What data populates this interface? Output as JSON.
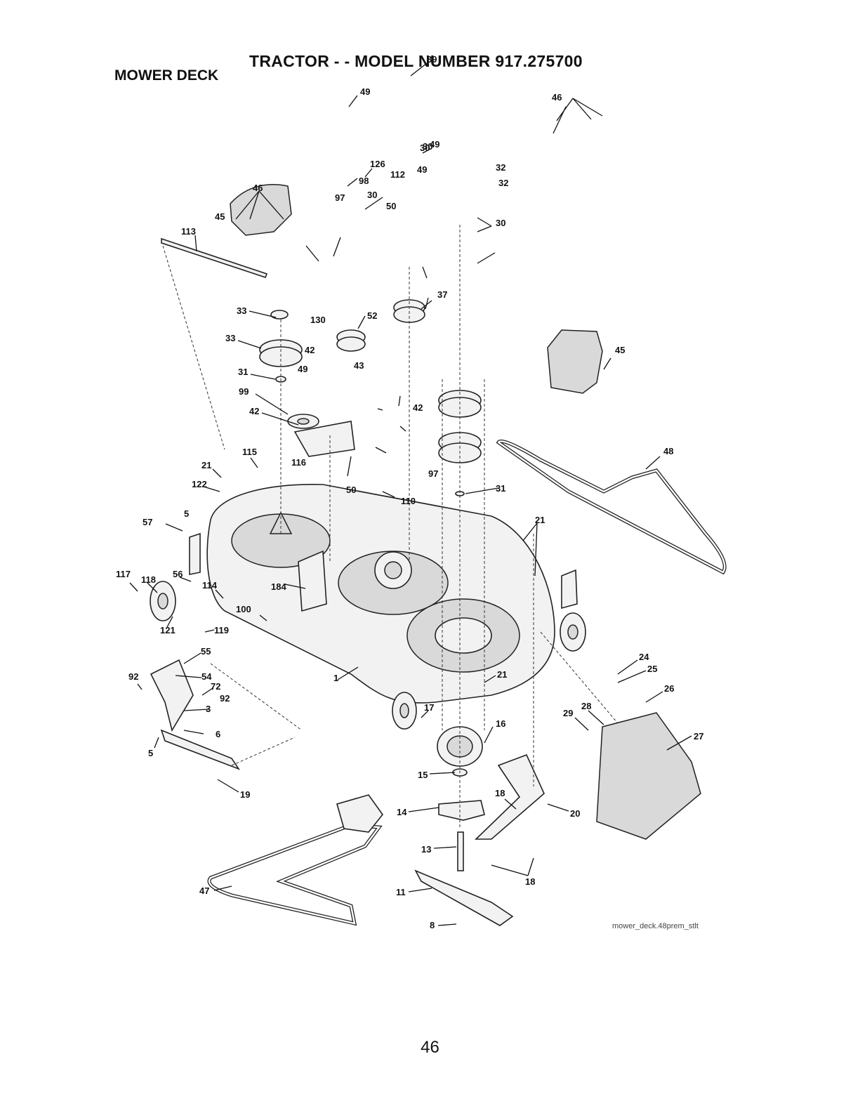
{
  "header": {
    "title": "TRACTOR - - MODEL NUMBER 917.275700",
    "section": "MOWER DECK"
  },
  "footer": {
    "page_number": "46",
    "image_name": "mower_deck.48prem_stlt"
  },
  "callouts": [
    "1",
    "3",
    "5",
    "5",
    "6",
    "8",
    "11",
    "13",
    "14",
    "15",
    "16",
    "17",
    "18",
    "18",
    "19",
    "20",
    "21",
    "21",
    "21",
    "24",
    "25",
    "26",
    "27",
    "28",
    "29",
    "30",
    "30",
    "30",
    "30",
    "31",
    "31",
    "32",
    "32",
    "33",
    "33",
    "37",
    "39",
    "42",
    "42",
    "42",
    "43",
    "45",
    "45",
    "46",
    "46",
    "47",
    "48",
    "49",
    "49",
    "49",
    "49",
    "50",
    "50",
    "52",
    "54",
    "55",
    "56",
    "57",
    "72",
    "92",
    "92",
    "97",
    "97",
    "98",
    "99",
    "100",
    "110",
    "112",
    "113",
    "114",
    "115",
    "116",
    "117",
    "118",
    "119",
    "121",
    "122",
    "126",
    "130",
    "184"
  ]
}
